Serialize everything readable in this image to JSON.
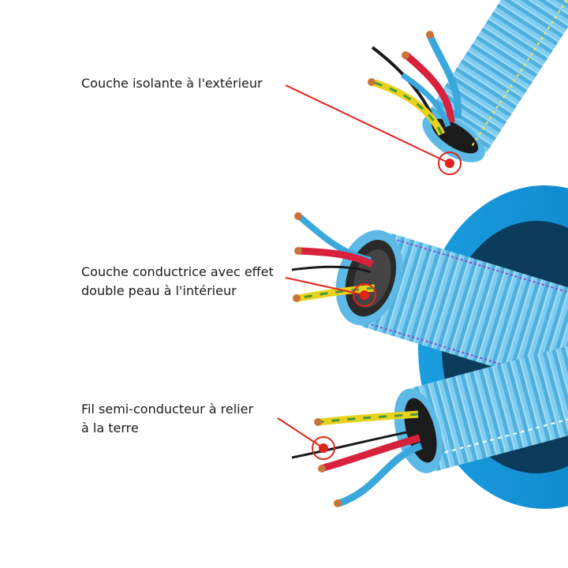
{
  "labels": {
    "outer_insulation": "Couche isolante à l'extérieur",
    "conductive_layer": [
      "Couche conductrice avec effet",
      "double peau à l'intérieur"
    ],
    "drain_wire": [
      "Fil semi-conducteur à relier",
      "à la terre"
    ]
  },
  "colors": {
    "conduit": "#6cc3ea",
    "conduit_dark": "#3d9fcd",
    "backdrop": "#1ea0e0",
    "marker": "#e0241b",
    "wire_blue": "#3aa7dd",
    "wire_red": "#d8213c",
    "wire_yellow": "#e9d21c",
    "wire_green": "#4a9a3a",
    "wire_black": "#1a1a1a",
    "copper": "#c8743a"
  }
}
